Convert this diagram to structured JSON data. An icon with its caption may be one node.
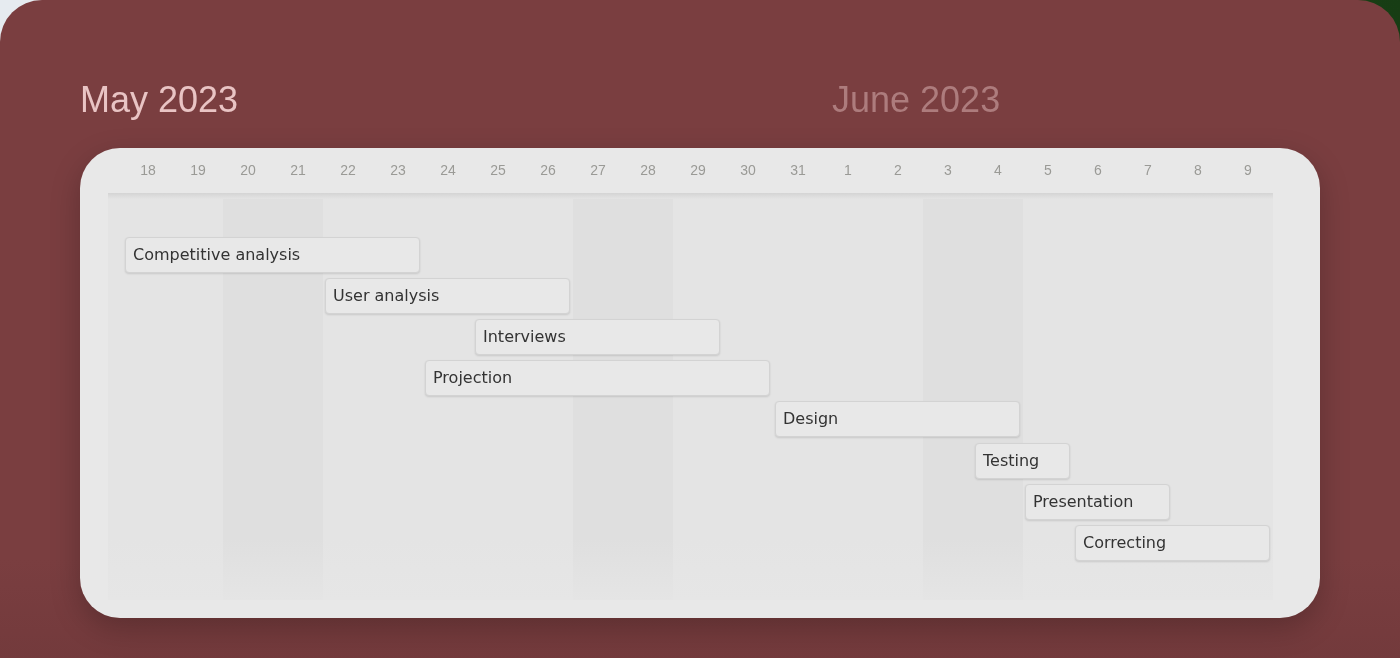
{
  "diagram": {
    "nodes": [
      {
        "text": [
          "Competitive analysis"
        ]
      },
      {
        "text": [
          "User analysis"
        ]
      },
      {
        "text": [
          "Interviews"
        ]
      },
      {
        "text": [
          "Projection"
        ]
      },
      {
        "text": [
          "Design"
        ]
      },
      {
        "text": [
          "Testing"
        ]
      },
      {
        "text": [
          "Presentation"
        ]
      },
      {
        "text": [
          "Correcting"
        ]
      }
    ],
    "edges": [],
    "labels": [
      "May 2023",
      "June 2023",
      "18",
      "19",
      "20",
      "21",
      "22",
      "23",
      "24",
      "25",
      "26",
      "27",
      "28",
      "29",
      "30",
      "31",
      "1",
      "2",
      "3",
      "4",
      "5",
      "6",
      "7",
      "8",
      "9"
    ]
  }
}
